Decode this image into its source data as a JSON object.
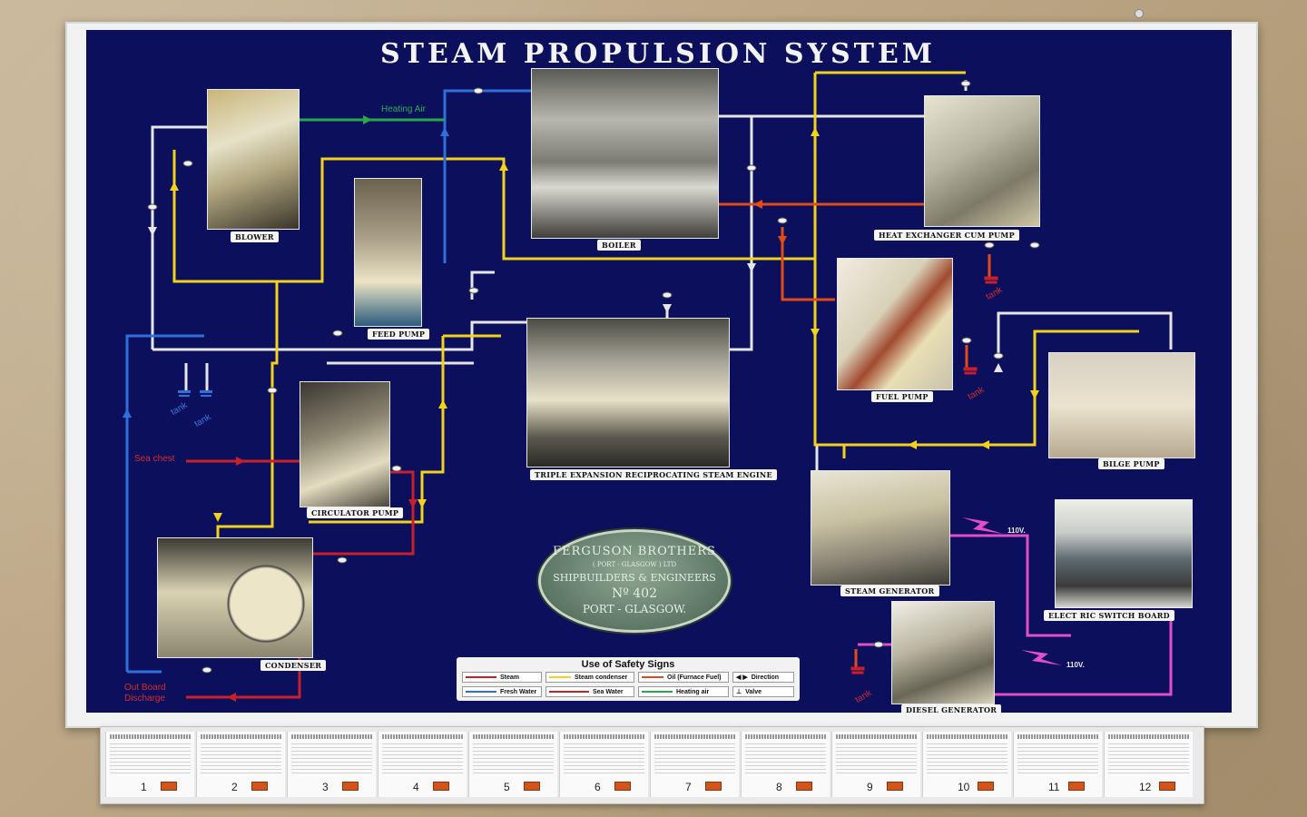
{
  "board": {
    "title": "STEAM PROPULSION SYSTEM"
  },
  "components": {
    "blower": "BLOWER",
    "feed_pump": "FEED PUMP",
    "boiler": "BOILER",
    "heat_exchanger": "HEAT EXCHANGER CUM PUMP",
    "fuel_pump": "FUEL PUMP",
    "bilge_pump": "BILGE PUMP",
    "engine": "TRIPLE EXPANSION RECIPROCATING STEAM ENGINE",
    "circulator_pump": "CIRCULATOR PUMP",
    "condenser": "CONDENSER",
    "steam_generator": "STEAM GENERATOR",
    "switch_board": "ELECT RIC SWITCH BOARD",
    "diesel_generator": "DIESEL GENERATOR"
  },
  "labels": {
    "heating_air": "Heating Air",
    "sea_chest": "Sea chest",
    "out_board_line1": "Out Board",
    "out_board_line2": "Discharge",
    "tank": "tank",
    "volt_top": "110V.",
    "volt_bottom": "110V."
  },
  "plate": {
    "line1": "FERGUSON BROTHERS",
    "line2": "( PORT - GLASGOW ) LTD",
    "line3": "SHIPBUILDERS & ENGINEERS",
    "line4": "Nº 402",
    "line5": "PORT - GLASGOW."
  },
  "legend": {
    "title": "Use of Safety Signs",
    "steam": "Steam",
    "steam_condenser": "Steam condenser",
    "oil": "Oil (Furnace Fuel)",
    "direction": "Direction",
    "fresh_water": "Fresh Water",
    "sea_water": "Sea Water",
    "heating_air": "Heating air",
    "valve": "Valve"
  },
  "colors": {
    "board": "#0b0f5c",
    "steam": "#e8e8e8",
    "condensate": "#f2d21a",
    "oil": "#e24b16",
    "fresh_water": "#2e6fd8",
    "sea_water": "#c8202a",
    "heating_air": "#2aa84a",
    "electric": "#e04ec8"
  },
  "shelf": {
    "numbers": [
      "1",
      "2",
      "3",
      "4",
      "5",
      "6",
      "7",
      "8",
      "9",
      "10",
      "11",
      "12"
    ]
  }
}
